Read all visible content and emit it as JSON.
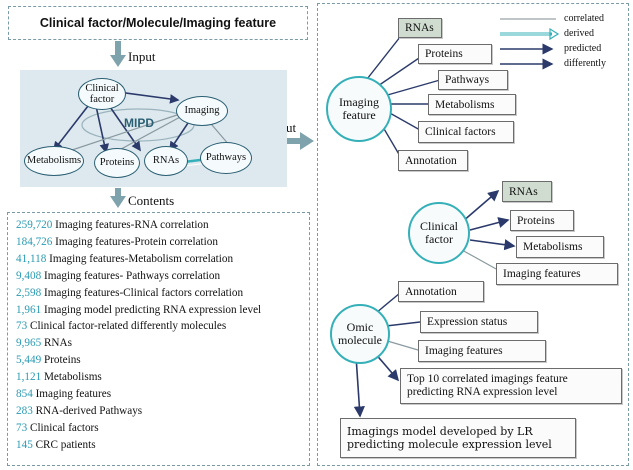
{
  "title": "Clinical factor/Molecule/Imaging feature",
  "labels": {
    "input": "Input",
    "output": "Output",
    "contents": "Contents"
  },
  "mipd": {
    "center": "MIPD",
    "nodes": {
      "clinical": "Clinical factor",
      "imaging": "Imaging",
      "metabolisms": "Metabolisms",
      "proteins": "Proteins",
      "rnas": "RNAs",
      "pathways": "Pathways"
    }
  },
  "stats": [
    {
      "num": "259,720",
      "text": " Imaging features-RNA correlation"
    },
    {
      "num": "184,726",
      "text": " Imaging features-Protein correlation"
    },
    {
      "num": "41,118",
      "text": " Imaging features-Metabolism correlation"
    },
    {
      "num": "9,408",
      "text": " Imaging features- Pathways correlation"
    },
    {
      "num": "2,598",
      "text": " Imaging features-Clinical factors correlation"
    },
    {
      "num": "1,961",
      "text": " Imaging model predicting RNA expression level"
    },
    {
      "num": "73",
      "text": " Clinical factor-related differently molecules"
    },
    {
      "num": "9,965",
      "text": " RNAs"
    },
    {
      "num": "5,449",
      "text": " Proteins"
    },
    {
      "num": "1,121",
      "text": " Metabolisms"
    },
    {
      "num": "854",
      "text": " Imaging features"
    },
    {
      "num": "283",
      "text": " RNA-derived Pathways"
    },
    {
      "num": "73",
      "text": " Clinical factors"
    },
    {
      "num": "145",
      "text": " CRC patients"
    }
  ],
  "legend": [
    "correlated",
    "derived",
    "predicted",
    "differently"
  ],
  "imaging_section": {
    "circle": "Imaging feature",
    "items": [
      "RNAs",
      "Proteins",
      "Pathways",
      "Metabolisms",
      "Clinical factors",
      "Annotation"
    ]
  },
  "clinical_section": {
    "circle": "Clinical factor",
    "items": [
      "RNAs",
      "Proteins",
      "Metabolisms",
      "Imaging features"
    ]
  },
  "omic_section": {
    "circle": "Omic molecule",
    "items": [
      "Annotation",
      "Expression status",
      "Imaging features"
    ],
    "top10": [
      "Top 10 correlated imagings feature",
      "predicting RNA expression level"
    ],
    "lr": [
      "Imagings model developed by LR",
      "predicting molecule expression level"
    ]
  },
  "colors": {
    "teal": "#35b0b8",
    "navy": "#2b3a6b",
    "number": "#2a9bb3",
    "panel": "#dde9ee",
    "arrow": "#7fa3ad"
  }
}
